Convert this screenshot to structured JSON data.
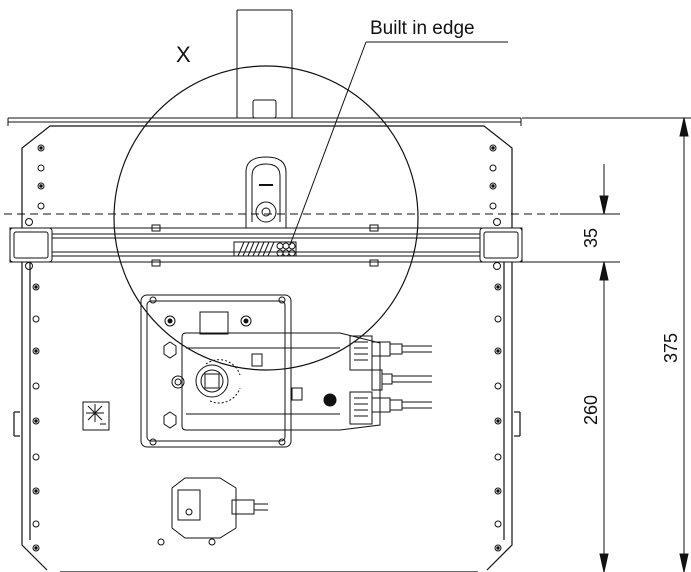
{
  "labels": {
    "detail_marker": "X",
    "callout": "Built in edge"
  },
  "dimensions": {
    "overall": "375",
    "top_offset": "35",
    "lower": "260"
  }
}
